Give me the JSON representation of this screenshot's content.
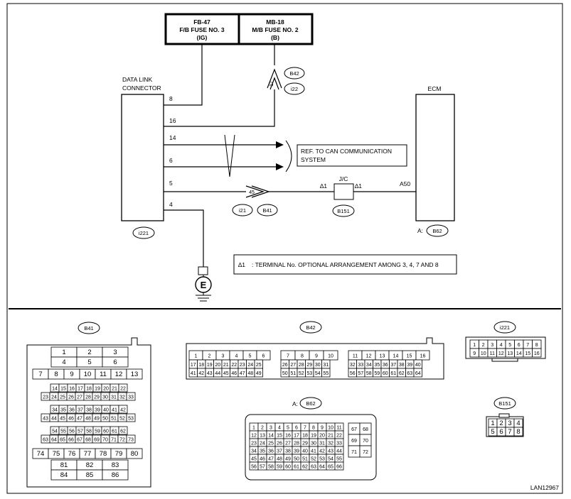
{
  "fuses": [
    {
      "id": "FB-47",
      "name": "F/B FUSE NO. 3",
      "supply": "(IG)"
    },
    {
      "id": "MB-18",
      "name": "M/B FUSE NO. 2",
      "supply": "(B)"
    }
  ],
  "dlc": {
    "line1": "DATA LINK",
    "line2": "CONNECTOR",
    "connector": "i221",
    "pins": {
      "p8": "8",
      "p16": "16",
      "p14": "14",
      "p6": "6",
      "p5": "5",
      "p4": "4"
    }
  },
  "ecm": {
    "title": "ECM",
    "connector_prefix": "A:",
    "connector": "B62",
    "pin": "A50"
  },
  "harness": {
    "upper_pin": "17",
    "upper_conn_a": "B42",
    "upper_conn_b": "i22",
    "lower_pin": "45",
    "lower_conn_a": "i21",
    "lower_conn_b": "B41"
  },
  "joint": {
    "label": "J/C",
    "connector": "B151",
    "star_left": "∆1",
    "star_right": "∆1"
  },
  "ref_box": {
    "line1": "REF. TO CAN COMMUNICATION",
    "line2": "SYSTEM"
  },
  "ground": {
    "symbol": "E"
  },
  "note": {
    "star": "∆1",
    "text": ": TERMINAL No. OPTIONAL ARRANGEMENT AMONG 3, 4, 7 AND 8"
  },
  "connectors": {
    "b41": {
      "label": "B41",
      "rows": [
        [
          "1",
          "2",
          "3"
        ],
        [
          "4",
          "5",
          "6"
        ],
        [
          "7",
          "8",
          "9",
          "10",
          "11",
          "12",
          "13"
        ],
        [
          "14",
          "15",
          "16",
          "17",
          "18",
          "19",
          "20",
          "21",
          "22"
        ],
        [
          "23",
          "24",
          "25",
          "26",
          "27",
          "28",
          "29",
          "30",
          "31",
          "32",
          "33"
        ],
        [
          "34",
          "35",
          "36",
          "37",
          "38",
          "39",
          "40",
          "41",
          "42"
        ],
        [
          "43",
          "44",
          "45",
          "46",
          "47",
          "48",
          "49",
          "50",
          "51",
          "52",
          "53"
        ],
        [
          "54",
          "55",
          "56",
          "57",
          "58",
          "59",
          "60",
          "61",
          "62"
        ],
        [
          "63",
          "64",
          "65",
          "66",
          "67",
          "68",
          "69",
          "70",
          "71",
          "72",
          "73"
        ],
        [
          "74",
          "75",
          "76",
          "77",
          "78",
          "79",
          "80"
        ],
        [
          "81",
          "82",
          "83"
        ],
        [
          "84",
          "85",
          "86"
        ]
      ]
    },
    "b42": {
      "label": "B42",
      "groups": [
        [
          [
            "1",
            "2",
            "3",
            "4",
            "5",
            "6"
          ],
          [
            "17",
            "18",
            "19",
            "20",
            "21",
            "22",
            "23",
            "24",
            "25"
          ],
          [
            "41",
            "42",
            "43",
            "44",
            "45",
            "46",
            "47",
            "48",
            "49"
          ]
        ],
        [
          [
            "7",
            "8",
            "9",
            "10"
          ],
          [
            "26",
            "27",
            "28",
            "29",
            "30",
            "31"
          ],
          [
            "50",
            "51",
            "52",
            "53",
            "54",
            "55"
          ]
        ],
        [
          [
            "11",
            "12",
            "13",
            "14",
            "15",
            "16"
          ],
          [
            "32",
            "33",
            "34",
            "35",
            "36",
            "37",
            "38",
            "39",
            "40"
          ],
          [
            "56",
            "57",
            "58",
            "59",
            "60",
            "61",
            "62",
            "63",
            "64"
          ]
        ]
      ]
    },
    "i221": {
      "label": "i221",
      "rows": [
        [
          "1",
          "2",
          "3",
          "4",
          "5",
          "6",
          "7",
          "8"
        ],
        [
          "9",
          "10",
          "11",
          "12",
          "13",
          "14",
          "15",
          "16"
        ]
      ]
    },
    "b62": {
      "prefix": "A:",
      "label": "B62",
      "rows": [
        [
          "1",
          "2",
          "3",
          "4",
          "5",
          "6",
          "7",
          "8",
          "9",
          "10",
          "11"
        ],
        [
          "12",
          "13",
          "14",
          "15",
          "16",
          "17",
          "18",
          "19",
          "20",
          "21",
          "22"
        ],
        [
          "23",
          "24",
          "25",
          "26",
          "27",
          "28",
          "29",
          "30",
          "31",
          "32",
          "33"
        ],
        [
          "34",
          "35",
          "36",
          "37",
          "38",
          "39",
          "40",
          "41",
          "42",
          "43",
          "44"
        ],
        [
          "45",
          "46",
          "47",
          "48",
          "49",
          "50",
          "51",
          "52",
          "53",
          "54",
          "55"
        ],
        [
          "56",
          "57",
          "58",
          "59",
          "60",
          "61",
          "62",
          "63",
          "64",
          "65",
          "66"
        ]
      ],
      "side": [
        [
          "67",
          "68"
        ],
        [
          "69",
          "70"
        ],
        [
          "71",
          "72"
        ]
      ]
    },
    "b151": {
      "label": "B151",
      "rows": [
        [
          "1",
          "2",
          "3",
          "4"
        ],
        [
          "5",
          "6",
          "7",
          "8"
        ]
      ]
    }
  },
  "diagram_id": "LAN12967"
}
